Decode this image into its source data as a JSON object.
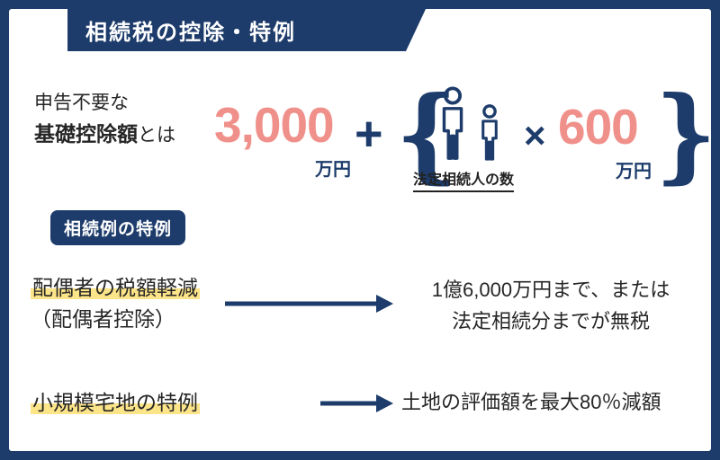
{
  "colors": {
    "navy": "#1d3c6b",
    "salmon": "#f0908a",
    "highlight_yellow": "#fce489",
    "background": "#ffffff"
  },
  "title": "相続税の控除・特例",
  "formula": {
    "intro_line1": "申告不要な",
    "intro_bold": "基礎控除額",
    "intro_suffix": "とは",
    "amount1": "3,000",
    "unit1": "万円",
    "plus": "+",
    "brace_left": "{",
    "brace_right": "}",
    "persons_label": "法定相続人の数",
    "multiply": "×",
    "amount2": "600",
    "unit2": "万円"
  },
  "badge": "相続例の特例",
  "examples": [
    {
      "label_line1": "配偶者の税額軽減",
      "label_line2": "（配偶者控除）",
      "result_line1": "1億6,000万円まで、または",
      "result_line2": "法定相続分までが無税"
    },
    {
      "label_line1": "小規模宅地の特例",
      "result_line1": "土地の評価額を最大80％減額"
    }
  ]
}
